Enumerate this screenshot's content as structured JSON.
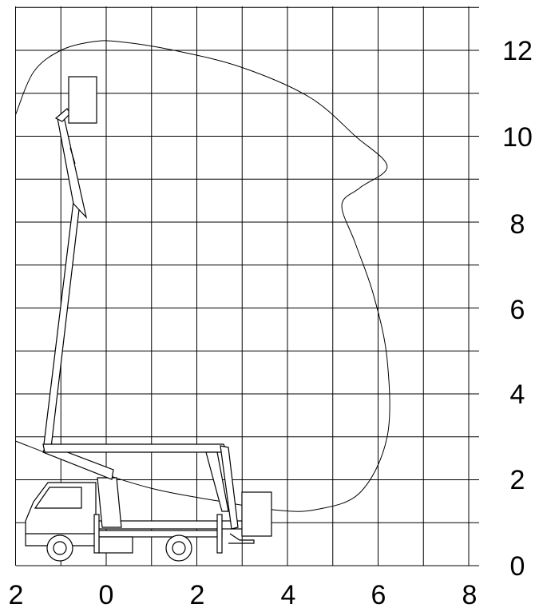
{
  "figure": {
    "x_tick_labels": [
      "2",
      "0",
      "2",
      "4",
      "6",
      "8"
    ],
    "y_tick_labels": [
      "0",
      "2",
      "4",
      "6",
      "8",
      "10",
      "12"
    ]
  },
  "chart_data": {
    "type": "line",
    "title": "",
    "xlabel": "",
    "ylabel": "",
    "xlim": [
      -2,
      8
    ],
    "ylim": [
      0,
      13
    ],
    "grid": true,
    "x_ticks": [
      -2,
      0,
      2,
      4,
      6,
      8
    ],
    "y_ticks": [
      0,
      2,
      4,
      6,
      8,
      10,
      12
    ],
    "series": [
      {
        "x": [
          -2.0,
          -1.6,
          -1.0,
          -0.3,
          0.3,
          1.5,
          3.0,
          4.5,
          5.5,
          6.2,
          5.6,
          5.2,
          5.5,
          5.9,
          6.2,
          6.2,
          5.6,
          4.6,
          3.7,
          2.5,
          1.0,
          -0.5,
          -2.0
        ],
        "y": [
          10.5,
          11.5,
          12.0,
          12.2,
          12.2,
          12.0,
          11.6,
          10.9,
          10.0,
          9.3,
          8.8,
          8.4,
          7.5,
          6.3,
          4.8,
          3.0,
          1.7,
          1.3,
          1.3,
          1.5,
          1.8,
          2.3,
          2.9
        ]
      }
    ]
  }
}
